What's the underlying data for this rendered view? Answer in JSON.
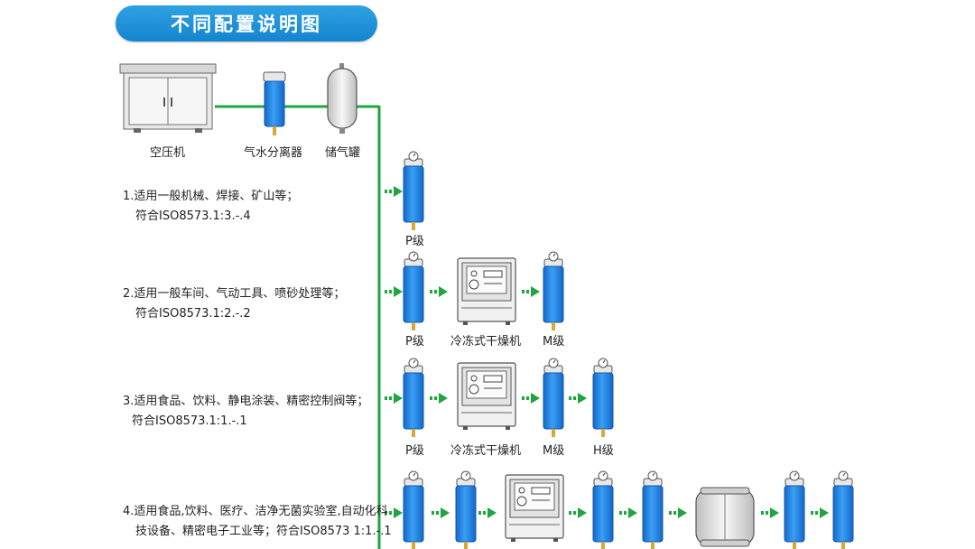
{
  "title": "不同配置说明图",
  "top_labels": {
    "compressor": "空压机",
    "separator": "气水分离器",
    "tank": "储气罐"
  },
  "configs": [
    {
      "line1": "1.适用一般机械、焊接、矿山等；",
      "line2": "符合ISO8573.1:3.-.4"
    },
    {
      "line1": "2.适用一般车间、气动工具、喷砂处理等；",
      "line2": "符合ISO8573.1:2.-.2"
    },
    {
      "line1": "3.适用食品、饮料、静电涂装、精密控制阀等；",
      "line2": "符合ISO8573.1:1.-.1"
    },
    {
      "line1": "4.适用食品,饮料、医疗、洁净无菌实验室,自动化科",
      "line2": "技设备、精密电子工业等；符合ISO8573 1:1.-.1"
    }
  ],
  "component_labels": {
    "p": "P级",
    "m": "M级",
    "h": "H级",
    "dryer": "冷冻式干燥机"
  },
  "colors": {
    "pipe": "#1fa640",
    "filter": "#1f86e8",
    "banner": "#1a8fd8"
  }
}
